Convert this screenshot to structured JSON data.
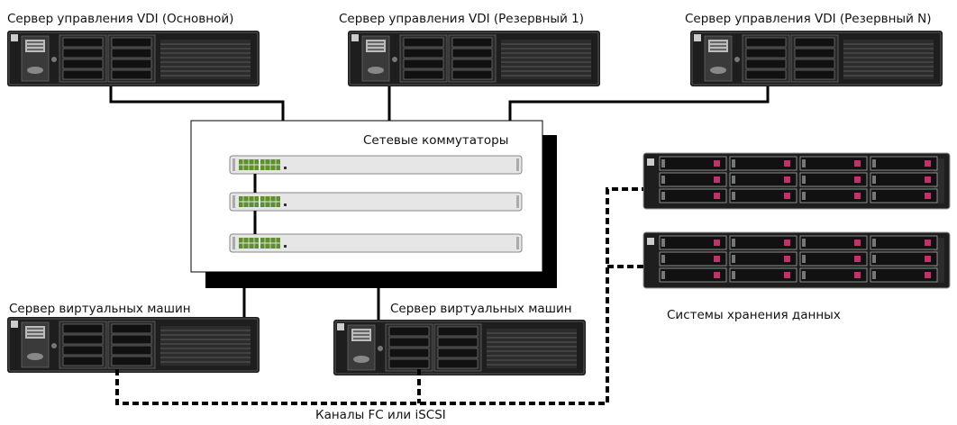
{
  "labels": {
    "mgmt_primary": "Сервер управления VDI (Основной)",
    "mgmt_reserve1": "Сервер управления VDI (Резервный 1)",
    "mgmt_reserveN": "Сервер управления VDI (Резервный N)",
    "switches": "Сетевые коммутаторы",
    "vm_server_left": "Сервер виртуальных машин",
    "vm_server_right": "Сервер виртуальных машин",
    "storage": "Системы хранения данных",
    "channels": "Каналы FC или iSCSI"
  },
  "colors": {
    "server_body": "#1e1e1e",
    "server_panel": "#3a3a3a",
    "drive_bay": "#111111",
    "link_line": "#000000",
    "switch_body": "#e6e6e6",
    "switch_port": "#5f8f2f",
    "storage_led": "#c0326a"
  },
  "icons": {
    "server": "rack-server-2u-icon",
    "switch": "network-switch-icon",
    "storage": "disk-array-icon"
  }
}
